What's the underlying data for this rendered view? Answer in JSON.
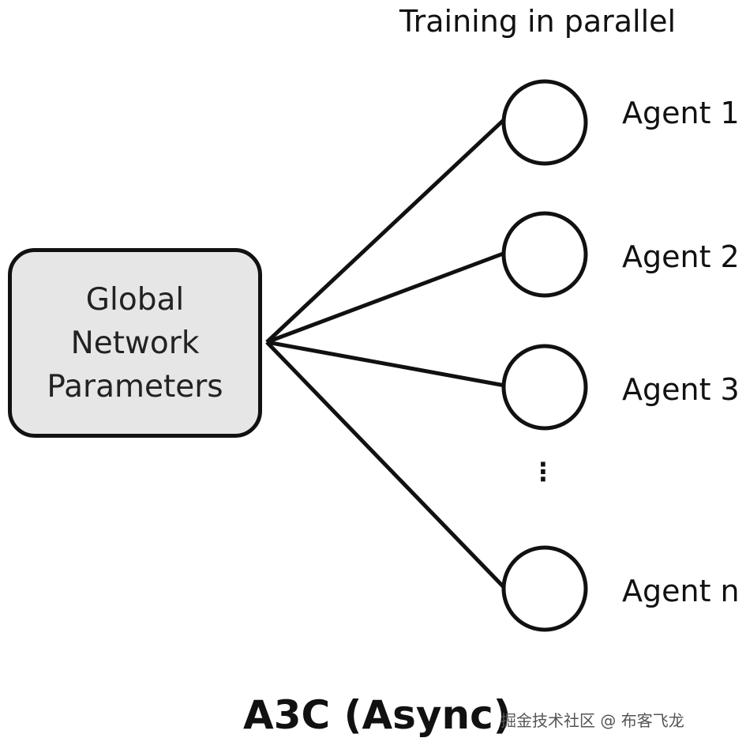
{
  "header": {
    "text": "Training in parallel"
  },
  "global": {
    "lines": [
      "Global",
      "Network",
      "Parameters"
    ]
  },
  "agents": [
    {
      "label": "Agent 1"
    },
    {
      "label": "Agent 2"
    },
    {
      "label": "Agent 3"
    },
    {
      "label": "Agent n"
    }
  ],
  "ellipsis": "⋮",
  "title": "A3C (Async)",
  "watermark": "掘金技术社区 @ 布客飞龙",
  "colors": {
    "box_fill": "#e6e6e6",
    "stroke": "#111111",
    "background": "#ffffff"
  }
}
